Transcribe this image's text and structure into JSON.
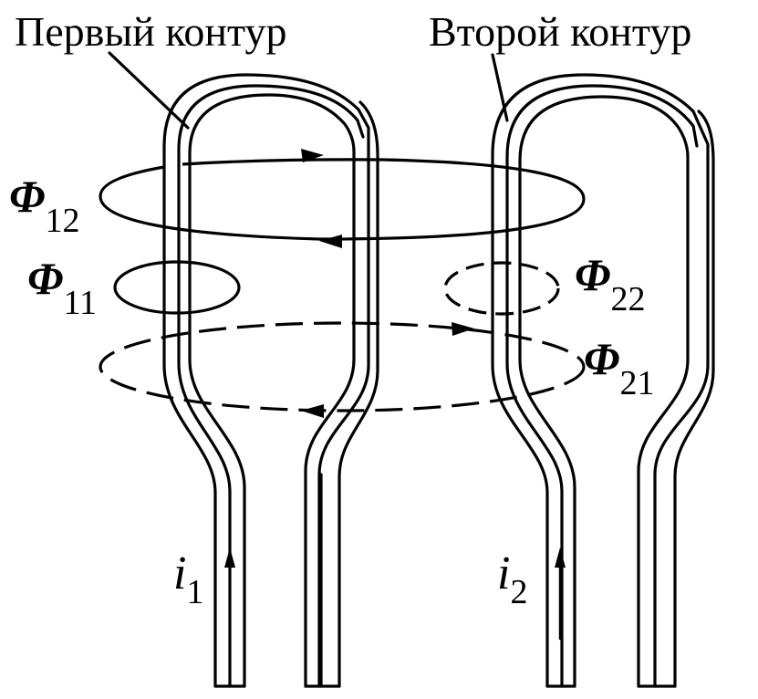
{
  "labels": {
    "first_circuit": "Первый контур",
    "second_circuit": "Второй контур"
  },
  "fluxes": {
    "phi12": {
      "symbol": "Φ",
      "sub": "12"
    },
    "phi11": {
      "symbol": "Φ",
      "sub": "11"
    },
    "phi22": {
      "symbol": "Φ",
      "sub": "22"
    },
    "phi21": {
      "symbol": "Φ",
      "sub": "21"
    }
  },
  "currents": {
    "i1": {
      "symbol": "i",
      "sub": "1"
    },
    "i2": {
      "symbol": "i",
      "sub": "2"
    }
  }
}
